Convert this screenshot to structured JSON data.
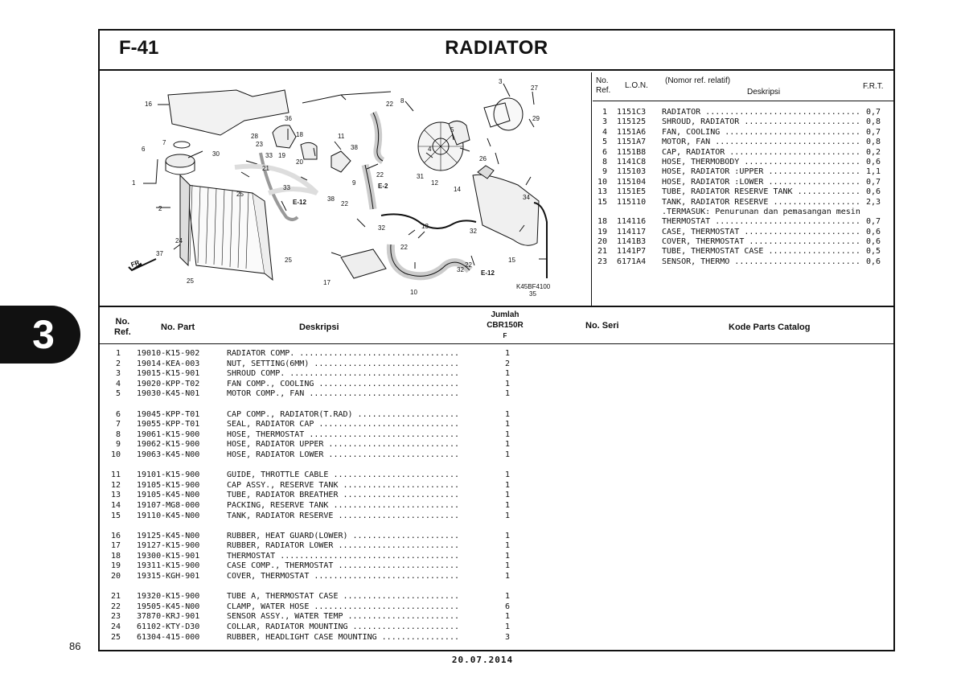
{
  "section_tab": "3",
  "page_number": "86",
  "footer_date": "20.07.2014",
  "header": {
    "code": "F-41",
    "title": "RADIATOR"
  },
  "diagram": {
    "image_code": "K45BF4100",
    "direction_label": "FR.",
    "callouts": [
      "1",
      "2",
      "3",
      "4",
      "5",
      "6",
      "7",
      "8",
      "9",
      "10",
      "11",
      "12",
      "13",
      "14",
      "15",
      "16",
      "17",
      "18",
      "19",
      "20",
      "21",
      "22",
      "22",
      "22",
      "22",
      "22",
      "23",
      "24",
      "25",
      "25",
      "25",
      "26",
      "27",
      "28",
      "29",
      "30",
      "31",
      "32",
      "32",
      "32",
      "33",
      "33",
      "34",
      "35",
      "36",
      "37",
      "38",
      "38"
    ],
    "refs": [
      "E-12",
      "E-2",
      "E-12"
    ]
  },
  "ref_table": {
    "headers": {
      "no_ref": "No.\nRef.",
      "lon": "L.O.N.",
      "nomor": "(Nomor ref. relatif)",
      "deskripsi": "Deskripsi",
      "frt": "F.R.T."
    },
    "rows": [
      {
        "no": "1",
        "lon": "1151C3",
        "desc": "RADIATOR ................................",
        "frt": "0,7"
      },
      {
        "no": "3",
        "lon": "115125",
        "desc": "SHROUD, RADIATOR ........................",
        "frt": "0,8"
      },
      {
        "no": "4",
        "lon": "1151A6",
        "desc": "FAN, COOLING ............................",
        "frt": "0,7"
      },
      {
        "no": "5",
        "lon": "1151A7",
        "desc": "MOTOR, FAN ..............................",
        "frt": "0,8"
      },
      {
        "no": "6",
        "lon": "1151B8",
        "desc": "CAP, RADIATOR ...........................",
        "frt": "0,2"
      },
      {
        "no": "8",
        "lon": "1141C8",
        "desc": "HOSE, THERMOBODY ........................",
        "frt": "0,6"
      },
      {
        "no": "9",
        "lon": "115103",
        "desc": "HOSE, RADIATOR :UPPER ...................",
        "frt": "1,1"
      },
      {
        "no": "10",
        "lon": "115104",
        "desc": "HOSE, RADIATOR :LOWER ...................",
        "frt": "0,7"
      },
      {
        "no": "13",
        "lon": "1151E5",
        "desc": "TUBE, RADIATOR RESERVE TANK .............",
        "frt": "0,6"
      },
      {
        "no": "15",
        "lon": "115110",
        "desc": "TANK, RADIATOR RESERVE ..................",
        "frt": "2,3"
      },
      {
        "no": "",
        "lon": "",
        "desc": ".TERMASUK: Penurunan dan pemasangan mesin",
        "frt": ""
      },
      {
        "no": "18",
        "lon": "114116",
        "desc": "THERMOSTAT ..............................",
        "frt": "0,7"
      },
      {
        "no": "19",
        "lon": "114117",
        "desc": "CASE, THERMOSTAT ........................",
        "frt": "0,6"
      },
      {
        "no": "20",
        "lon": "1141B3",
        "desc": "COVER, THERMOSTAT .......................",
        "frt": "0,6"
      },
      {
        "no": "21",
        "lon": "1141P7",
        "desc": "TUBE, THERMOSTAT CASE ...................",
        "frt": "0,5"
      },
      {
        "no": "23",
        "lon": "6171A4",
        "desc": "SENSOR, THERMO ..........................",
        "frt": "0,6"
      }
    ]
  },
  "parts_table": {
    "headers": {
      "no_ref": "No.\nRef.",
      "no_part": "No. Part",
      "deskripsi": "Deskripsi",
      "jumlah": "Jumlah",
      "model": "CBR150R",
      "variant": "F",
      "no_seri": "No. Seri",
      "kode": "Kode Parts Catalog"
    },
    "groups": [
      [
        {
          "no": "1",
          "part": "19010-K15-902",
          "desc": "RADIATOR COMP. .................................",
          "qty": "1"
        },
        {
          "no": "2",
          "part": "19014-KEA-003",
          "desc": "NUT, SETTING(6MM) ..............................",
          "qty": "2"
        },
        {
          "no": "3",
          "part": "19015-K15-901",
          "desc": "SHROUD COMP. ...................................",
          "qty": "1"
        },
        {
          "no": "4",
          "part": "19020-KPP-T02",
          "desc": "FAN COMP., COOLING .............................",
          "qty": "1"
        },
        {
          "no": "5",
          "part": "19030-K45-N01",
          "desc": "MOTOR COMP., FAN ...............................",
          "qty": "1"
        }
      ],
      [
        {
          "no": "6",
          "part": "19045-KPP-T01",
          "desc": "CAP COMP., RADIATOR(T.RAD) .....................",
          "qty": "1"
        },
        {
          "no": "7",
          "part": "19055-KPP-T01",
          "desc": "SEAL, RADIATOR CAP .............................",
          "qty": "1"
        },
        {
          "no": "8",
          "part": "19061-K15-900",
          "desc": "HOSE, THERMOSTAT ...............................",
          "qty": "1"
        },
        {
          "no": "9",
          "part": "19062-K15-900",
          "desc": "HOSE, RADIATOR UPPER ...........................",
          "qty": "1"
        },
        {
          "no": "10",
          "part": "19063-K45-N00",
          "desc": "HOSE, RADIATOR LOWER ...........................",
          "qty": "1"
        }
      ],
      [
        {
          "no": "11",
          "part": "19101-K15-900",
          "desc": "GUIDE, THROTTLE CABLE ..........................",
          "qty": "1"
        },
        {
          "no": "12",
          "part": "19105-K15-900",
          "desc": "CAP ASSY., RESERVE TANK ........................",
          "qty": "1"
        },
        {
          "no": "13",
          "part": "19105-K45-N00",
          "desc": "TUBE, RADIATOR BREATHER ........................",
          "qty": "1"
        },
        {
          "no": "14",
          "part": "19107-MG8-000",
          "desc": "PACKING, RESERVE TANK ..........................",
          "qty": "1"
        },
        {
          "no": "15",
          "part": "19110-K45-N00",
          "desc": "TANK, RADIATOR RESERVE .........................",
          "qty": "1"
        }
      ],
      [
        {
          "no": "16",
          "part": "19125-K45-N00",
          "desc": "RUBBER, HEAT GUARD(LOWER) ......................",
          "qty": "1"
        },
        {
          "no": "17",
          "part": "19127-K15-900",
          "desc": "RUBBER, RADIATOR LOWER .........................",
          "qty": "1"
        },
        {
          "no": "18",
          "part": "19300-K15-901",
          "desc": "THERMOSTAT .....................................",
          "qty": "1"
        },
        {
          "no": "19",
          "part": "19311-K15-900",
          "desc": "CASE COMP., THERMOSTAT .........................",
          "qty": "1"
        },
        {
          "no": "20",
          "part": "19315-KGH-901",
          "desc": "COVER, THERMOSTAT ..............................",
          "qty": "1"
        }
      ],
      [
        {
          "no": "21",
          "part": "19320-K15-900",
          "desc": "TUBE A, THERMOSTAT CASE ........................",
          "qty": "1"
        },
        {
          "no": "22",
          "part": "19505-K45-N00",
          "desc": "CLAMP, WATER HOSE ..............................",
          "qty": "6"
        },
        {
          "no": "23",
          "part": "37870-KRJ-901",
          "desc": "SENSOR ASSY., WATER TEMP .......................",
          "qty": "1"
        },
        {
          "no": "24",
          "part": "61102-KTY-D30",
          "desc": "COLLAR, RADIATOR MOUNTING ......................",
          "qty": "1"
        },
        {
          "no": "25",
          "part": "61304-415-000",
          "desc": "RUBBER, HEADLIGHT CASE MOUNTING ................",
          "qty": "3"
        }
      ]
    ]
  }
}
